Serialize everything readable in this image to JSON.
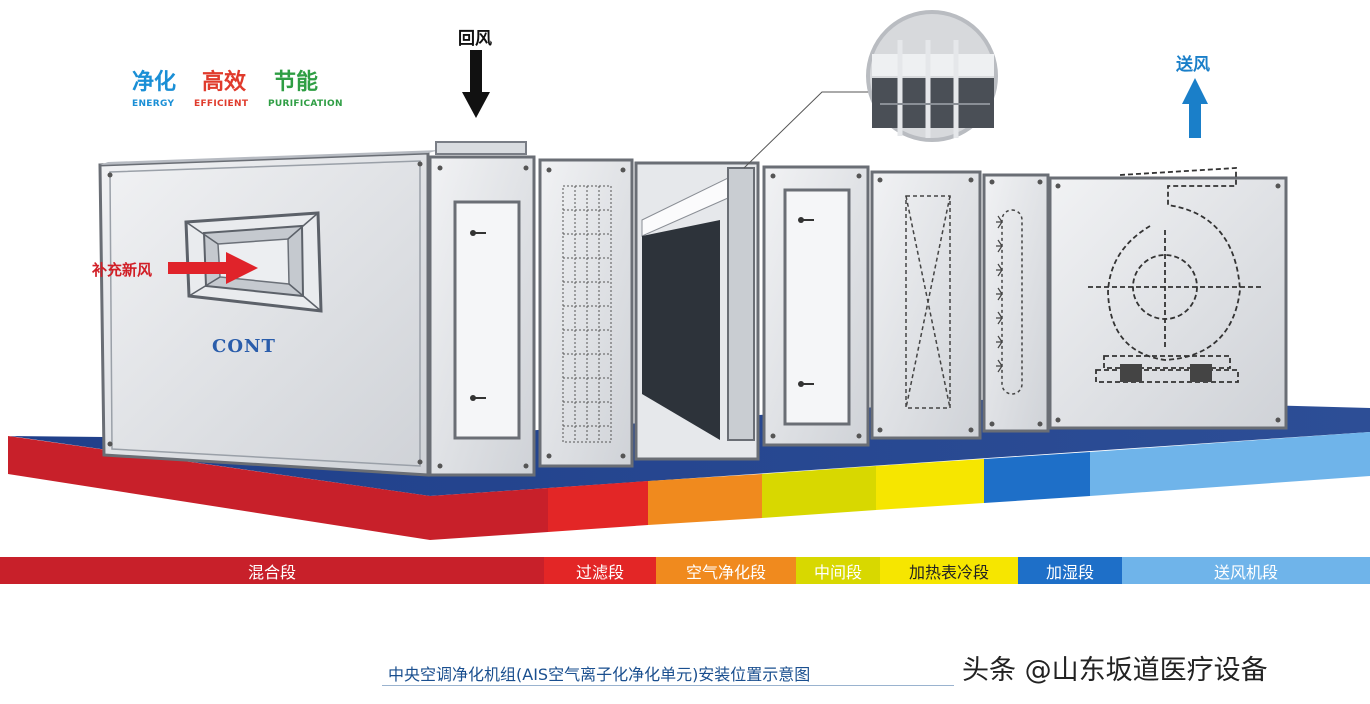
{
  "taglines": [
    {
      "cn": "净化",
      "en": "ENERGY",
      "color": "#1a8fd6"
    },
    {
      "cn": "高效",
      "en": "EFFICIENT",
      "color": "#e03b2c"
    },
    {
      "cn": "节能",
      "en": "PURIFICATION",
      "color": "#2f9e44"
    }
  ],
  "labels": {
    "return_air": "回风",
    "supply_air": "送风",
    "fresh_air": "补充新风",
    "brand": "CONT"
  },
  "sections": [
    {
      "name": "混合段",
      "color": "#c8202a"
    },
    {
      "name": "过滤段",
      "color": "#e32626"
    },
    {
      "name": "空气净化段",
      "color": "#f08a1e"
    },
    {
      "name": "中间段",
      "color": "#d8d800"
    },
    {
      "name": "加热表冷段",
      "color": "#f6e600"
    },
    {
      "name": "加湿段",
      "color": "#1e6fc8"
    },
    {
      "name": "送风机段",
      "color": "#6fb4ea"
    }
  ],
  "caption": "中央空调净化机组(AIS空气离子化净化单元)安装位置示意图",
  "watermark": "头条 @山东坂道医疗设备"
}
